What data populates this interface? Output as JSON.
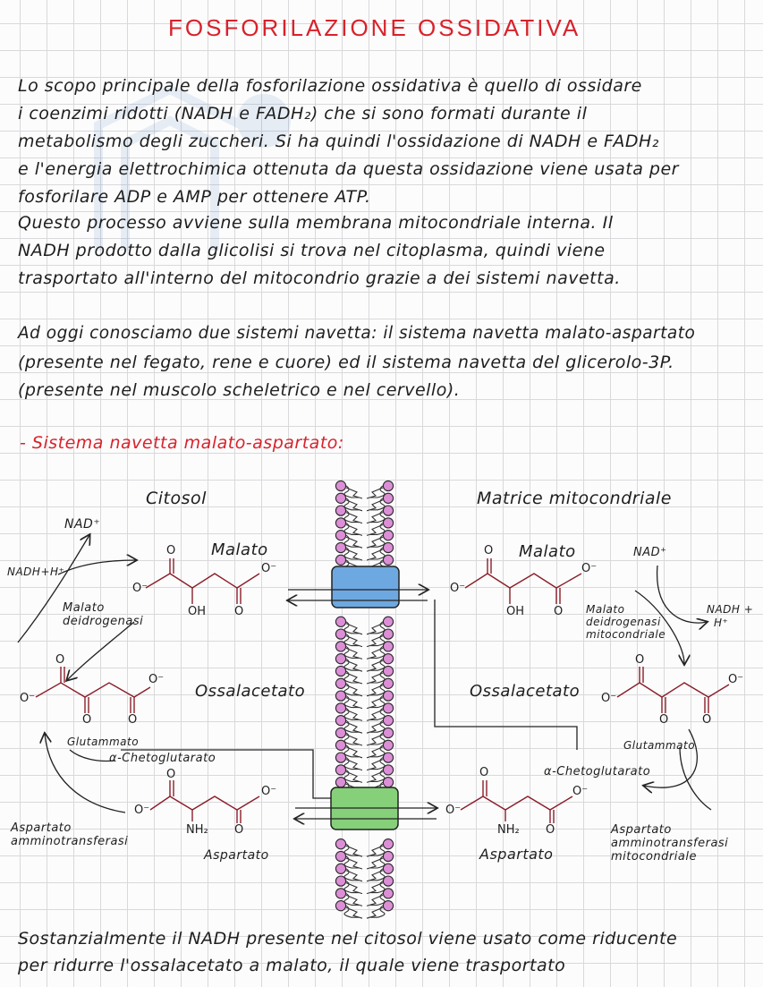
{
  "title": "FOSFORILAZIONE OSSIDATIVA",
  "paragraph1": [
    "Lo scopo principale della fosforilazione ossidativa è quello di ossidare",
    "i coenzimi ridotti (NADH e FADH₂) che si sono formati durante il",
    "metabolismo degli zuccheri. Si ha quindi l'ossidazione di NADH e FADH₂",
    "e l'energia elettrochimica ottenuta da questa ossidazione viene usata per",
    "fosforilare ADP e AMP per ottenere ATP.",
    "Questo processo avviene sulla membrana mitocondriale interna. Il",
    "NADH prodotto dalla glicolisi si trova nel citoplasma, quindi viene",
    "trasportato all'interno del mitocondrio grazie a dei sistemi navetta."
  ],
  "paragraph2": [
    "Ad oggi conosciamo due sistemi navetta: il sistema navetta malato-aspartato",
    "(presente nel fegato, rene e cuore) ed il sistema navetta del glicerolo-3P.",
    "(presente nel muscolo scheletrico e nel cervello)."
  ],
  "section_heading": "- Sistema navetta malato-aspartato:",
  "diagram": {
    "cytosol_label": "Citosol",
    "matrix_label": "Matrice mitocondriale",
    "left": {
      "nad": "NAD⁺",
      "nadh": "NADH+H⁺",
      "malato": "Malato",
      "enzyme": [
        "Malato",
        "deidrogenasi"
      ],
      "ossalacetato": "Ossalacetato",
      "glutammato": "Glutammato",
      "chetoglutarato": "α-Chetoglutarato",
      "aspartato": "Aspartato",
      "transferase": [
        "Aspartato",
        "amminotransferasi"
      ]
    },
    "right": {
      "nad": "NAD⁺",
      "nadh": [
        "NADH +",
        "H⁺"
      ],
      "malato": "Malato",
      "enzyme": [
        "Malato",
        "deidrogenasi",
        "mitocondriale"
      ],
      "ossalacetato": "Ossalacetato",
      "glutammato": "Glutammato",
      "chetoglutarato": "α-Chetoglutarato",
      "aspartato": "Aspartato",
      "transferase": [
        "Aspartato",
        "amminotransferasi",
        "mitocondriale"
      ]
    },
    "atoms": {
      "o": "O",
      "ominus": "O⁻",
      "oh": "OH",
      "nh2": "NH₂"
    },
    "colors": {
      "membrane_head": "#dc8fd6",
      "transporter_top": "#6ea8e0",
      "transporter_bottom": "#86d07a",
      "wine": "#8a1f2a"
    }
  },
  "footer": [
    "Sostanzialmente il NADH presente nel citosol viene usato come riducente",
    "per ridurre l'ossalacetato a malato, il quale viene trasportato"
  ]
}
